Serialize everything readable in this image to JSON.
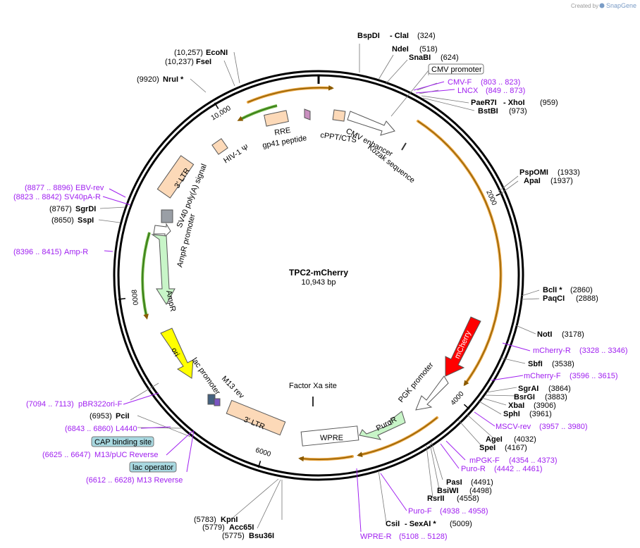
{
  "credit": {
    "prefix": "Created by",
    "brand": "SnapGene"
  },
  "plasmid": {
    "name": "TPC2-mCherry",
    "size": "10,943 bp",
    "length": 10943
  },
  "ticks": [
    {
      "pos": 2000,
      "label": "2000"
    },
    {
      "pos": 4000,
      "label": "4000"
    },
    {
      "pos": 6000,
      "label": "6000"
    },
    {
      "pos": 8000,
      "label": "8000"
    },
    {
      "pos": 10000,
      "label": "10,000"
    }
  ],
  "enzyme_labels": [
    {
      "name": "BspDI",
      "suffix": "- ClaI",
      "pos": "(324)"
    },
    {
      "name": "NdeI",
      "pos": "(518)"
    },
    {
      "name": "SnaBI",
      "pos": "(624)"
    },
    {
      "name": "PaeR7I",
      "suffix": "- XhoI",
      "pos": "(959)"
    },
    {
      "name": "BstBI",
      "pos": "(973)"
    },
    {
      "name": "PspOMI",
      "pos": "(1933)"
    },
    {
      "name": "ApaI",
      "pos": "(1937)"
    },
    {
      "name": "BclI *",
      "pos": "(2860)"
    },
    {
      "name": "PaqCI",
      "pos": "(2888)"
    },
    {
      "name": "NotI",
      "pos": "(3178)"
    },
    {
      "name": "SbfI",
      "pos": "(3538)"
    },
    {
      "name": "SgrAI",
      "pos": "(3864)"
    },
    {
      "name": "BsrGI",
      "pos": "(3883)"
    },
    {
      "name": "XbaI",
      "pos": "(3906)"
    },
    {
      "name": "SphI",
      "pos": "(3961)"
    },
    {
      "name": "AgeI",
      "pos": "(4032)"
    },
    {
      "name": "SpeI",
      "pos": "(4167)"
    },
    {
      "name": "PasI",
      "pos": "(4491)"
    },
    {
      "name": "BsiWI",
      "pos": "(4498)"
    },
    {
      "name": "RsrII",
      "pos": "(4558)"
    },
    {
      "name": "CsiI",
      "suffix": "- SexAI *",
      "pos": "(5009)"
    },
    {
      "name": "KpnI",
      "pos": "(5783)"
    },
    {
      "name": "Acc65I",
      "pos": "(5779)"
    },
    {
      "name": "Bsu36I",
      "pos": "(5775)"
    },
    {
      "name": "PciI",
      "pos": "(6953)"
    },
    {
      "name": "SspI",
      "pos": "(8650)"
    },
    {
      "name": "SgrDI",
      "pos": "(8767)"
    },
    {
      "name": "NruI *",
      "pos": "(9920)"
    },
    {
      "name": "FseI",
      "pos": "(10,237)"
    },
    {
      "name": "EcoNI",
      "pos": "(10,257)"
    }
  ],
  "primer_labels": [
    {
      "name": "CMV-F",
      "pos": "(803 .. 823)"
    },
    {
      "name": "LNCX",
      "pos": "(849 .. 873)"
    },
    {
      "name": "mCherry-R",
      "pos": "(3328 .. 3346)"
    },
    {
      "name": "mCherry-F",
      "pos": "(3596 .. 3615)"
    },
    {
      "name": "MSCV-rev",
      "pos": "(3957 .. 3980)"
    },
    {
      "name": "mPGK-F",
      "pos": "(4354 .. 4373)"
    },
    {
      "name": "Puro-R",
      "pos": "(4442 .. 4461)"
    },
    {
      "name": "Puro-F",
      "pos": "(4938 .. 4958)"
    },
    {
      "name": "WPRE-R",
      "pos": "(5108 .. 5128)"
    },
    {
      "name": "M13 Reverse",
      "pos": "(6612 .. 6628)"
    },
    {
      "name": "M13/pUC Reverse",
      "pos": "(6625 .. 6647)"
    },
    {
      "name": "L4440",
      "pos": "(6843 .. 6860)"
    },
    {
      "name": "pBR322ori-F",
      "pos": "(7094 .. 7113)"
    },
    {
      "name": "Amp-R",
      "pos": "(8396 .. 8415)"
    },
    {
      "name": "SV40pA-R",
      "pos": "(8823 .. 8842)"
    },
    {
      "name": "EBV-rev",
      "pos": "(8877 .. 8896)"
    }
  ],
  "boxed_labels": [
    "CMV promoter",
    "CAP binding site",
    "lac operator"
  ],
  "feature_labels": [
    "CMV enhancer",
    "Kozak sequence",
    "cPPT/CTS",
    "gp41 peptide",
    "RRE",
    "HIV-1 Ψ",
    "3' LTR",
    "SV40 poly(A) signal",
    "AmpR promoter",
    "AmpR",
    "ori",
    "lac promoter",
    "M13 rev",
    "3' LTR",
    "WPRE",
    "PuroR",
    "PGK promoter",
    "mCherry",
    "Factor Xa site"
  ],
  "colors": {
    "orf_arrow": "#e8a33d",
    "ltr": "#fcd9b8",
    "ampr": "#c8f5c8",
    "ori": "#ffff00",
    "mcherry": "#ff0000",
    "primer": "#a020f0",
    "prom_box": "#ffffff",
    "lac_box": "#a8d8e0"
  }
}
